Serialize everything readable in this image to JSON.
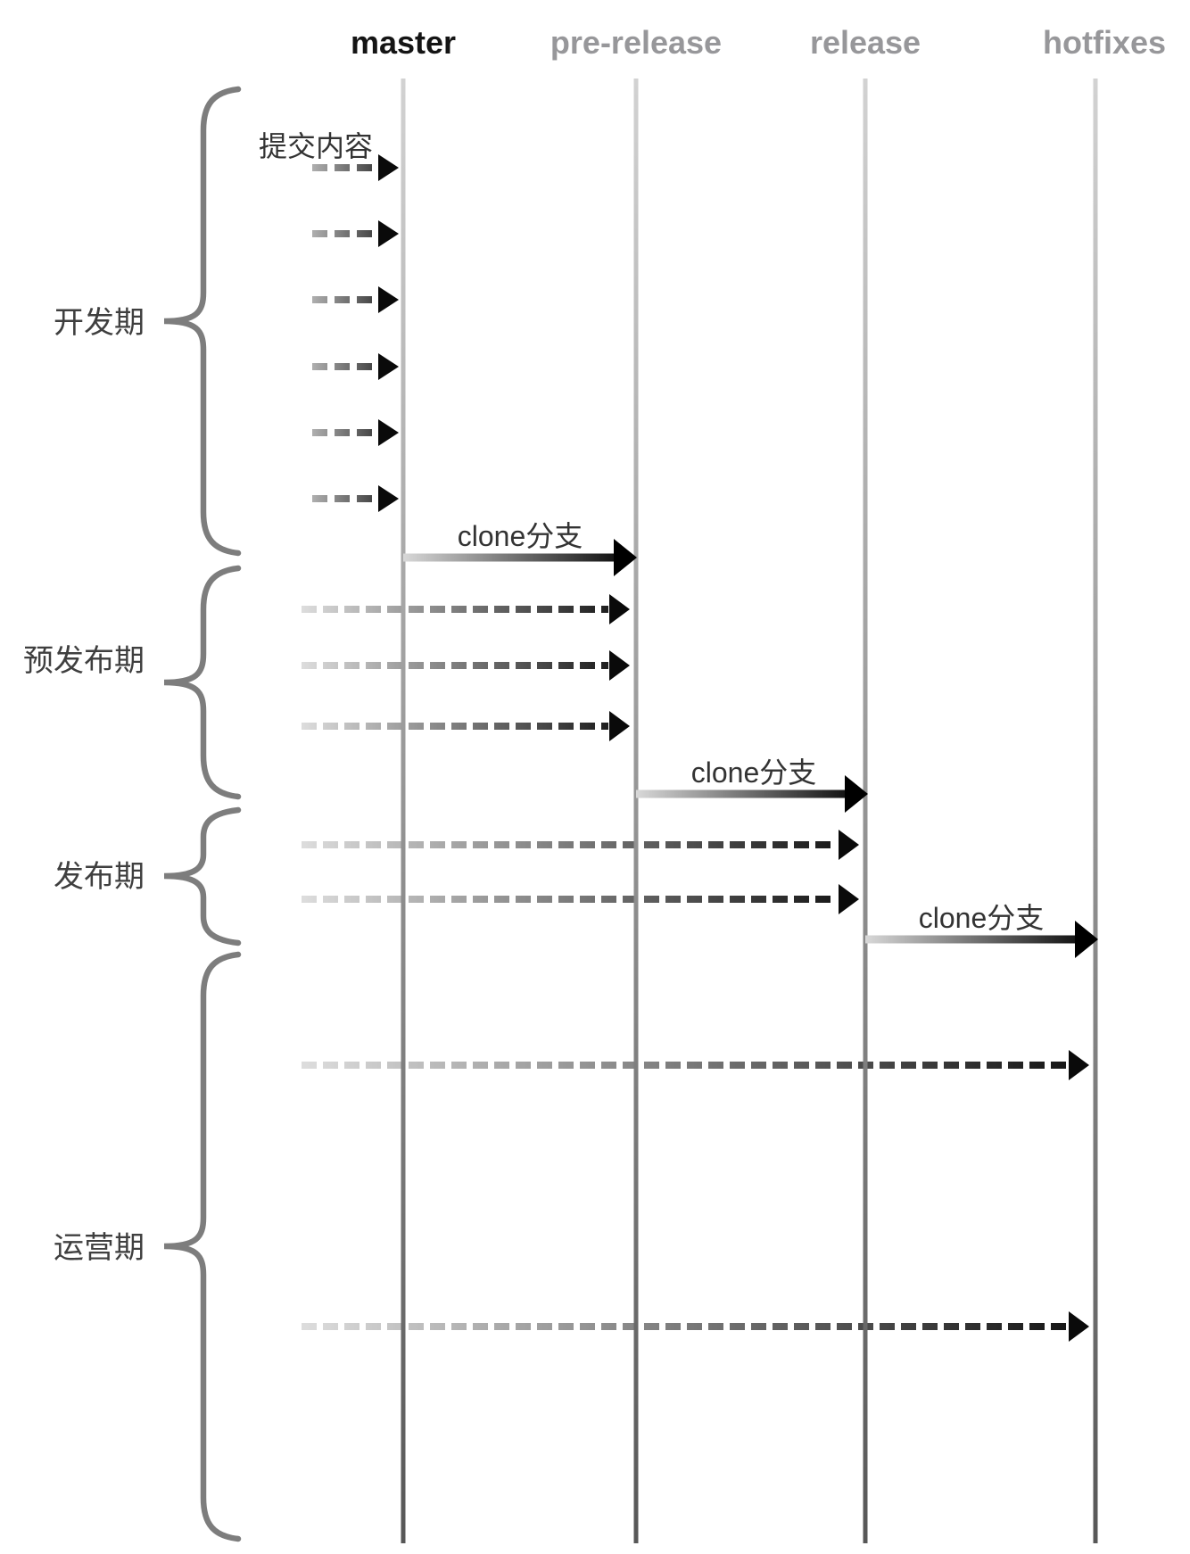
{
  "branches": [
    {
      "label": "master",
      "color": "#141414"
    },
    {
      "label": "pre-release",
      "color": "#97979a"
    },
    {
      "label": "release",
      "color": "#97979a"
    },
    {
      "label": "hotfixes",
      "color": "#97979a"
    }
  ],
  "phases": [
    {
      "label": "开发期"
    },
    {
      "label": "预发布期"
    },
    {
      "label": "发布期"
    },
    {
      "label": "运营期"
    }
  ],
  "annotations": {
    "commit_label": "提交内容",
    "clone_label": "clone分支"
  },
  "colors": {
    "line_gradient_top": "#d2d2d2",
    "line_gradient_bottom": "#575757",
    "brace": "#7d7d7d",
    "arrow_start": "#d8d8d8",
    "arrow_end": "#000000",
    "arrowhead": "#0a0a0a",
    "phase_label": "#3f3f3f",
    "annotation_label": "#333333"
  }
}
